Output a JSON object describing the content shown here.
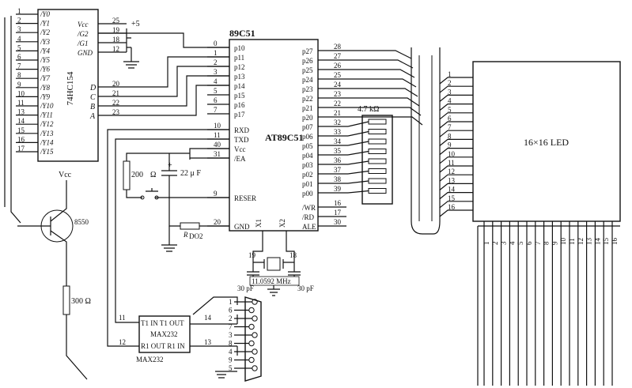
{
  "u74hc154": {
    "name": "74HC154",
    "outputs": [
      "/Y0",
      "/Y1",
      "/Y2",
      "/Y3",
      "/Y4",
      "/Y5",
      "/Y6",
      "/Y7",
      "/Y8",
      "/Y9",
      "/Y10",
      "/Y11",
      "/Y12",
      "/Y13",
      "/Y14",
      "/Y15"
    ],
    "output_pins": [
      "1",
      "2",
      "3",
      "4",
      "5",
      "6",
      "7",
      "8",
      "9",
      "10",
      "11",
      "13",
      "14",
      "15",
      "16",
      "17"
    ],
    "right_pins": [
      {
        "label": "Vcc",
        "num": "25"
      },
      {
        "label": "/G2",
        "num": "19"
      },
      {
        "label": "/G1",
        "num": "18"
      },
      {
        "label": "GND",
        "num": "12"
      }
    ],
    "addr_pins": [
      {
        "label": "D",
        "num": "20"
      },
      {
        "label": "C",
        "num": "21"
      },
      {
        "label": "B",
        "num": "22"
      },
      {
        "label": "A",
        "num": "23"
      }
    ],
    "vcc_label": "+5"
  },
  "mcu": {
    "title": "89C51",
    "name": "AT89C51",
    "left_pins": [
      {
        "label": "p10",
        "num": "0"
      },
      {
        "label": "p11",
        "num": "1"
      },
      {
        "label": "p12",
        "num": "2"
      },
      {
        "label": "p13",
        "num": "3"
      },
      {
        "label": "p14",
        "num": "4"
      },
      {
        "label": "p15",
        "num": "5"
      },
      {
        "label": "p16",
        "num": "6"
      },
      {
        "label": "p17",
        "num": "7"
      },
      {
        "label": "RXD",
        "num": "10"
      },
      {
        "label": "TXD",
        "num": "11"
      },
      {
        "label": "Vcc",
        "num": "40"
      },
      {
        "label": "/EA",
        "num": "31"
      },
      {
        "label": "RESER",
        "num": "9"
      },
      {
        "label": "GND",
        "num": "20"
      }
    ],
    "right_pins_p2": [
      {
        "label": "p27",
        "num": "28"
      },
      {
        "label": "p26",
        "num": "27"
      },
      {
        "label": "p25",
        "num": "26"
      },
      {
        "label": "p24",
        "num": "25"
      },
      {
        "label": "p23",
        "num": "24"
      },
      {
        "label": "p22",
        "num": "23"
      },
      {
        "label": "p21",
        "num": "22"
      },
      {
        "label": "p20",
        "num": "21"
      }
    ],
    "right_pins_p0": [
      {
        "label": "p07",
        "num": "32"
      },
      {
        "label": "p06",
        "num": "33"
      },
      {
        "label": "p05",
        "num": "34"
      },
      {
        "label": "p04",
        "num": "35"
      },
      {
        "label": "p03",
        "num": "36"
      },
      {
        "label": "p02",
        "num": "37"
      },
      {
        "label": "p01",
        "num": "38"
      },
      {
        "label": "p00",
        "num": "39"
      }
    ],
    "right_pins_ctrl": [
      {
        "label": "/WR",
        "num": "16"
      },
      {
        "label": "/RD",
        "num": "17"
      },
      {
        "label": "ALE",
        "num": "30"
      }
    ],
    "x1": "X1",
    "x2": "X2",
    "x1_num": "19",
    "x2_num": "18"
  },
  "pullup": {
    "label": "4.7 kΩ"
  },
  "crystal": {
    "label": "11.0592 MHz",
    "cap_left": "30 pF",
    "cap_right": "30 pF"
  },
  "reset": {
    "res": "200",
    "ohm": "Ω",
    "cap": "22 μ F",
    "rdown": "R",
    "rdown_sub": "DO2"
  },
  "transistor": {
    "vcc": "Vcc",
    "name": "8550",
    "res": "300 Ω"
  },
  "max232": {
    "row1": "T1 IN  T1 OUT",
    "name": "MAX232",
    "row2": "R1 OUT  R1 IN",
    "below": "MAX232",
    "pin_t1in": "11",
    "pin_r1out": "12",
    "pin_t1out": "14",
    "pin_r1in": "13"
  },
  "db9": {
    "pins": [
      "1",
      "6",
      "2",
      "7",
      "3",
      "8",
      "4",
      "9",
      "5"
    ]
  },
  "led": {
    "label": "16×16 LED",
    "rows": [
      "1",
      "2",
      "3",
      "4",
      "5",
      "6",
      "7",
      "8",
      "9",
      "10",
      "11",
      "12",
      "13",
      "14",
      "15",
      "16"
    ],
    "cols": [
      "1",
      "2",
      "3",
      "4",
      "5",
      "6",
      "7",
      "8",
      "9",
      "10",
      "11",
      "12",
      "13",
      "14",
      "15",
      "16"
    ]
  }
}
